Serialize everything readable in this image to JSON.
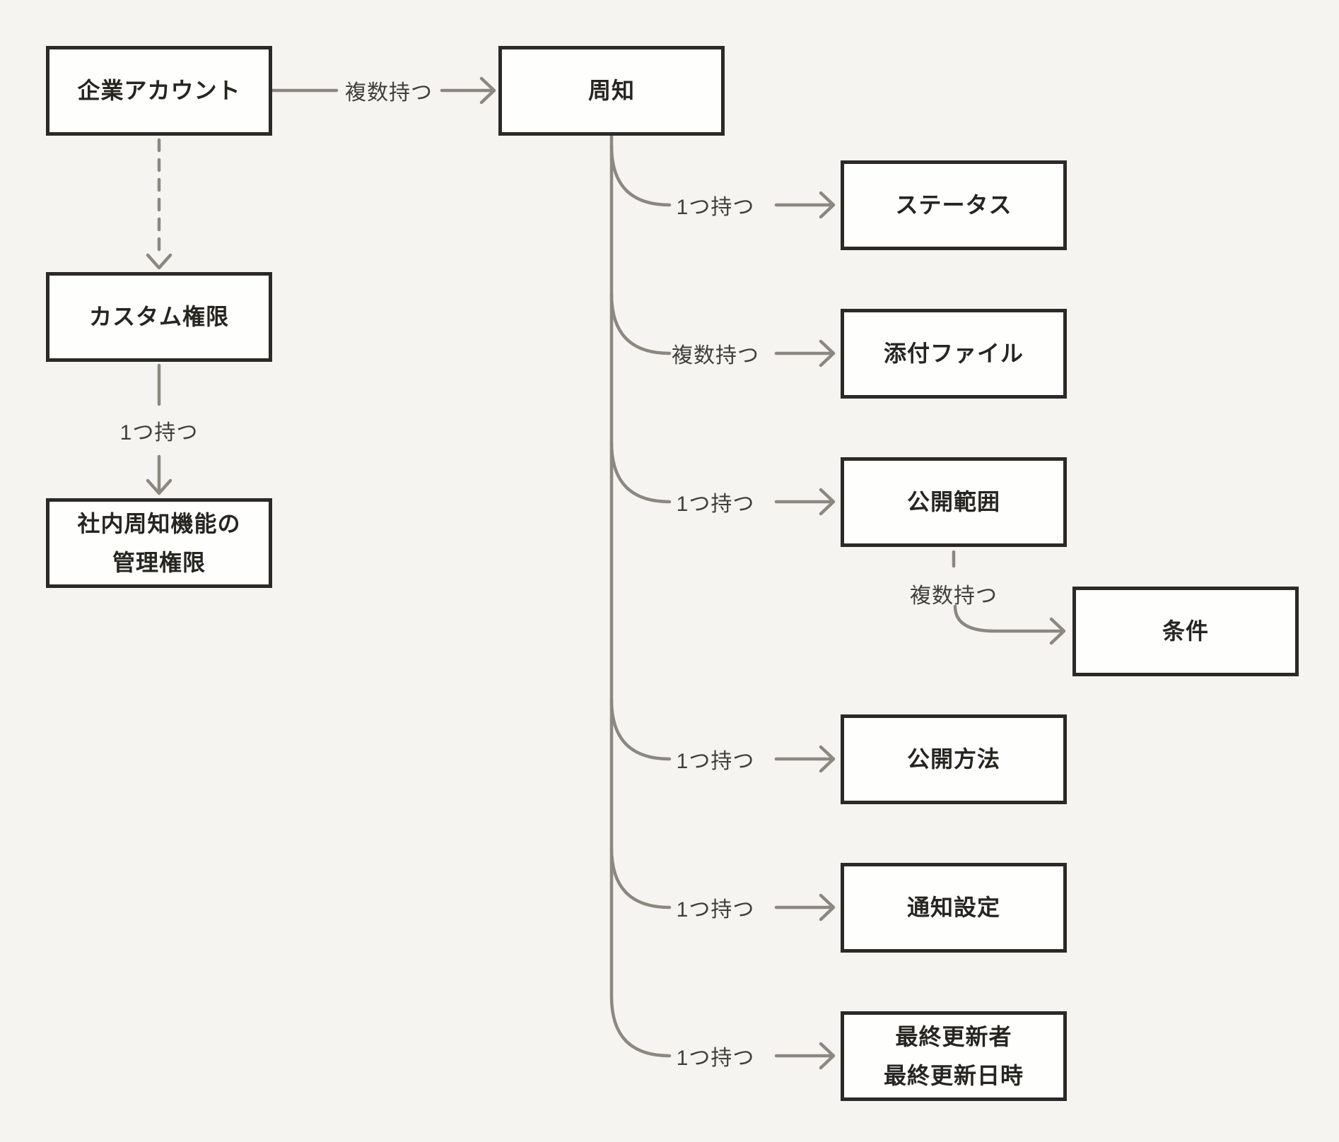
{
  "diagram_type": "entity-relationship-flow",
  "colors": {
    "background": "#f5f4f1",
    "box_fill": "#fefefd",
    "box_border": "#2b2a26",
    "connector": "#8b887f",
    "box_text": "#272520",
    "label_text": "#403e38"
  },
  "nodes": [
    {
      "id": "corporate-account",
      "label": "企業アカウント"
    },
    {
      "id": "custom-permission",
      "label": "カスタム権限"
    },
    {
      "id": "internal-admin-permission",
      "label": "社内周知機能の\n管理権限"
    },
    {
      "id": "announcement",
      "label": "周知"
    },
    {
      "id": "status",
      "label": "ステータス"
    },
    {
      "id": "attachment-file",
      "label": "添付ファイル"
    },
    {
      "id": "publish-scope",
      "label": "公開範囲"
    },
    {
      "id": "condition",
      "label": "条件"
    },
    {
      "id": "publish-method",
      "label": "公開方法"
    },
    {
      "id": "notification-setting",
      "label": "通知設定"
    },
    {
      "id": "last-updated",
      "label": "最終更新者\n最終更新日時"
    }
  ],
  "edges": [
    {
      "from": "corporate-account",
      "to": "announcement",
      "label": "複数持つ",
      "style": "solid"
    },
    {
      "from": "corporate-account",
      "to": "custom-permission",
      "label": "",
      "style": "dashed"
    },
    {
      "from": "custom-permission",
      "to": "internal-admin-permission",
      "label": "1つ持つ",
      "style": "solid"
    },
    {
      "from": "announcement",
      "to": "status",
      "label": "1つ持つ",
      "style": "solid"
    },
    {
      "from": "announcement",
      "to": "attachment-file",
      "label": "複数持つ",
      "style": "solid"
    },
    {
      "from": "announcement",
      "to": "publish-scope",
      "label": "1つ持つ",
      "style": "solid"
    },
    {
      "from": "publish-scope",
      "to": "condition",
      "label": "複数持つ",
      "style": "dashed-then-solid"
    },
    {
      "from": "announcement",
      "to": "publish-method",
      "label": "1つ持つ",
      "style": "solid"
    },
    {
      "from": "announcement",
      "to": "notification-setting",
      "label": "1つ持つ",
      "style": "solid"
    },
    {
      "from": "announcement",
      "to": "last-updated",
      "label": "1つ持つ",
      "style": "solid"
    }
  ]
}
